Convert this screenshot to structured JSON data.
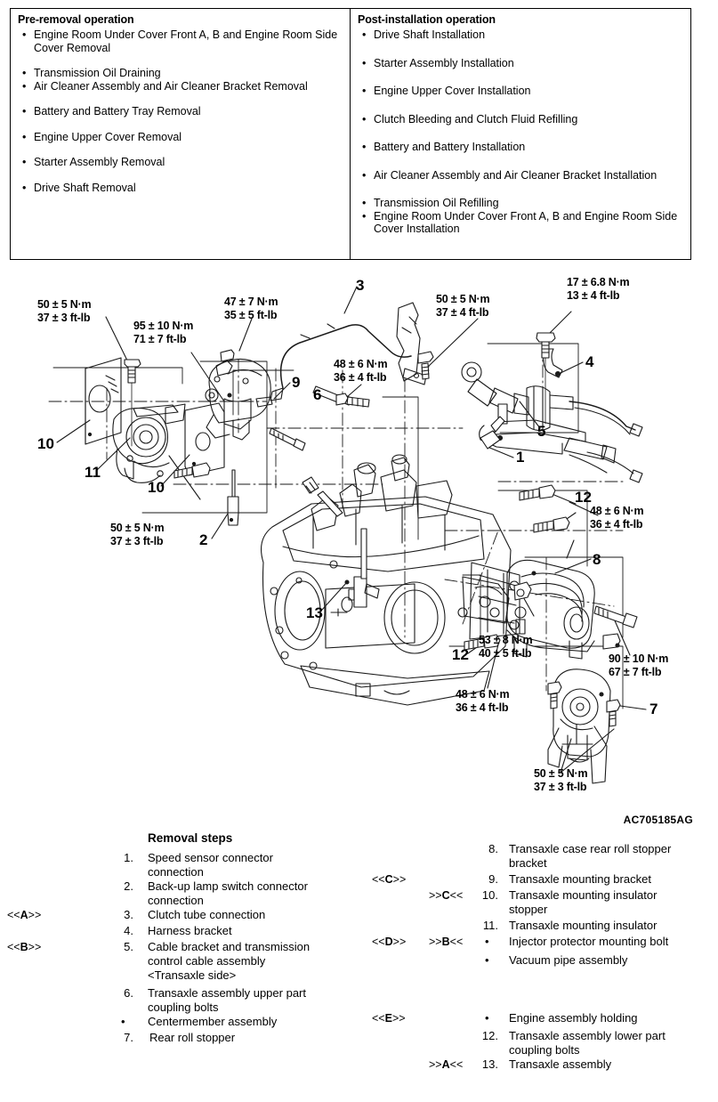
{
  "ops_table": {
    "left": {
      "title": "Pre-removal operation",
      "items": [
        "Engine Room Under Cover Front A, B and Engine Room Side Cover Removal",
        "Transmission Oil Draining",
        "Air Cleaner Assembly and Air Cleaner Bracket Removal",
        "Battery and Battery Tray Removal",
        "Engine Upper Cover Removal",
        "Starter Assembly Removal",
        "Drive Shaft Removal"
      ]
    },
    "right": {
      "title": "Post-installation operation",
      "items": [
        "Drive Shaft Installation",
        "Starter Assembly Installation",
        "Engine Upper Cover Installation",
        "Clutch Bleeding and Clutch Fluid Refilling",
        "Battery and Battery Installation",
        "Air Cleaner Assembly and Air Cleaner Bracket Installation",
        "Transmission Oil Refilling",
        "Engine Room Under Cover Front A, B and Engine Room Side Cover Installation"
      ]
    },
    "bullet_glyph": "•"
  },
  "diagram": {
    "code": "AC705185AG",
    "torque_labels": [
      {
        "id": "t1",
        "line1": "50 ± 5 N·m",
        "line2": "37 ± 3 ft-lb"
      },
      {
        "id": "t2",
        "line1": "95 ± 10 N·m",
        "line2": "71 ± 7 ft-lb"
      },
      {
        "id": "t3",
        "line1": "47 ± 7 N·m",
        "line2": "35 ± 5 ft-lb"
      },
      {
        "id": "t4",
        "line1": "50 ± 5 N·m",
        "line2": "37 ± 4 ft-lb"
      },
      {
        "id": "t5",
        "line1": "17 ± 6.8 N·m",
        "line2": "13 ± 4 ft-lb"
      },
      {
        "id": "t6",
        "line1": "48 ± 6 N·m",
        "line2": "36 ± 4 ft-lb"
      },
      {
        "id": "t7",
        "line1": "50 ± 5 N·m",
        "line2": "37 ± 3 ft-lb"
      },
      {
        "id": "t8",
        "line1": "48 ± 6 N·m",
        "line2": "36 ± 4 ft-lb"
      },
      {
        "id": "t9",
        "line1": "53 ± 8 N·m",
        "line2": "40 ± 5 ft-lb"
      },
      {
        "id": "t10",
        "line1": "48 ± 6 N·m",
        "line2": "36 ± 4 ft-lb"
      },
      {
        "id": "t11",
        "line1": "90 ± 10 N·m",
        "line2": "67 ± 7 ft-lb"
      },
      {
        "id": "t12",
        "line1": "50 ± 5 N·m",
        "line2": "37 ± 3 ft-lb"
      }
    ],
    "callouts": [
      {
        "id": "c10a",
        "label": "10"
      },
      {
        "id": "c11",
        "label": "11"
      },
      {
        "id": "c10b",
        "label": "10"
      },
      {
        "id": "c2",
        "label": "2"
      },
      {
        "id": "c9",
        "label": "9"
      },
      {
        "id": "c3",
        "label": "3"
      },
      {
        "id": "c6",
        "label": "6"
      },
      {
        "id": "c4",
        "label": "4"
      },
      {
        "id": "c5",
        "label": "5"
      },
      {
        "id": "c1",
        "label": "1"
      },
      {
        "id": "c12a",
        "label": "12"
      },
      {
        "id": "c13",
        "label": "13"
      },
      {
        "id": "c8",
        "label": "8"
      },
      {
        "id": "c12b",
        "label": "12"
      },
      {
        "id": "c7",
        "label": "7"
      }
    ]
  },
  "removal": {
    "title": "Removal steps",
    "left_items": [
      {
        "mark": "",
        "num": "1.",
        "text": "Speed sensor connector\nconnection"
      },
      {
        "mark": "",
        "num": "2.",
        "text": "Back-up lamp switch connector\nconnection"
      },
      {
        "mark": "<<A>>",
        "num": "3.",
        "text": "Clutch tube connection"
      },
      {
        "mark": "",
        "num": "4.",
        "text": "Harness bracket"
      },
      {
        "mark": "<<B>>",
        "num": "5.",
        "text": "Cable bracket and transmission\ncontrol cable assembly\n<Transaxle side>"
      },
      {
        "mark": "",
        "num": "6.",
        "text": "Transaxle assembly upper part\ncoupling bolts"
      },
      {
        "mark": "",
        "num": "•",
        "text": "Centermember assembly"
      },
      {
        "mark": "",
        "num": "7.",
        "text": "Rear roll stopper"
      }
    ],
    "right_items": [
      {
        "mark": "",
        "mark2": "",
        "num": "8.",
        "text": "Transaxle case rear roll stopper\nbracket"
      },
      {
        "mark": "<<C>>",
        "mark2": "",
        "num": "9.",
        "text": "Transaxle mounting bracket"
      },
      {
        "mark": "",
        "mark2": ">>C<<",
        "num": "10.",
        "text": "Transaxle mounting insulator\nstopper"
      },
      {
        "mark": "",
        "mark2": "",
        "num": "11.",
        "text": "Transaxle mounting insulator"
      },
      {
        "mark": "<<D>>",
        "mark2": ">>B<<",
        "num": "•",
        "text": "Injector protector mounting bolt"
      },
      {
        "mark": "",
        "mark2": "",
        "num": "•",
        "text": "Vacuum pipe assembly"
      },
      {
        "mark": "<<E>>",
        "mark2": "",
        "num": "•",
        "text": "Engine assembly holding"
      },
      {
        "mark": "",
        "mark2": "",
        "num": "12.",
        "text": "Transaxle assembly lower part\ncoupling bolts"
      },
      {
        "mark": "",
        "mark2": ">>A<<",
        "num": "13.",
        "text": "Transaxle assembly"
      }
    ]
  }
}
